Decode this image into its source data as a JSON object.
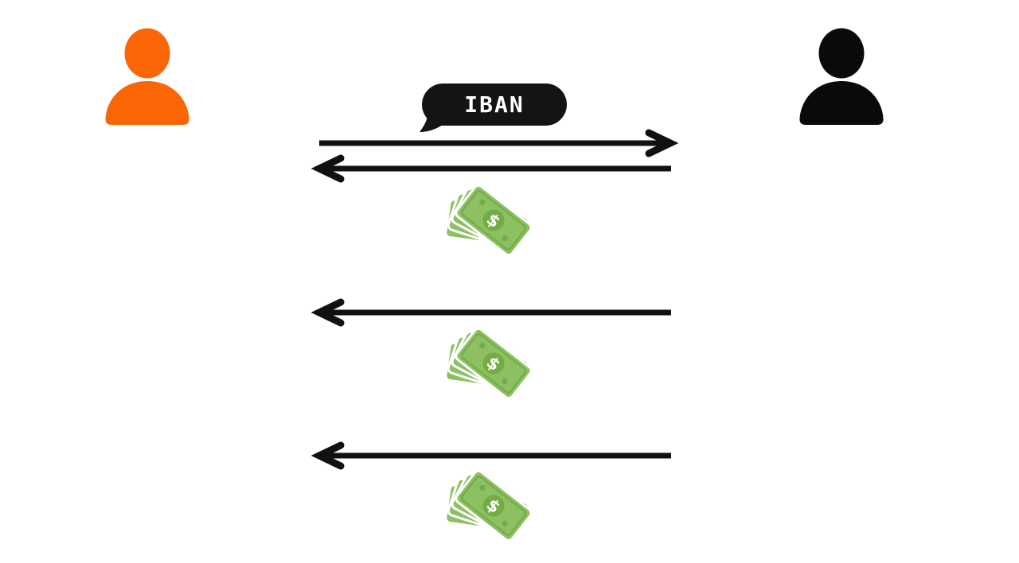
{
  "diagram": {
    "type": "sequence",
    "bubble": {
      "text": "IBAN"
    },
    "actors": [
      {
        "id": "sender",
        "icon": "person-icon",
        "side": "left",
        "color": "#FA6505"
      },
      {
        "id": "receiver",
        "icon": "person-icon",
        "side": "right",
        "color": "#0A0A0A"
      }
    ],
    "messages": [
      {
        "from": "sender",
        "to": "receiver",
        "arrow": "right",
        "label": "IBAN",
        "attachment": ""
      },
      {
        "from": "receiver",
        "to": "sender",
        "arrow": "left",
        "label": "",
        "attachment": "money-banknotes"
      },
      {
        "from": "receiver",
        "to": "sender",
        "arrow": "left",
        "label": "",
        "attachment": "money-banknotes"
      },
      {
        "from": "receiver",
        "to": "sender",
        "arrow": "left",
        "label": "",
        "attachment": "money-banknotes"
      }
    ],
    "money": {
      "icon": "money-banknotes-icon",
      "symbol": "$",
      "count": 3
    }
  },
  "colors": {
    "background": "#ffffff",
    "sender": "#FA6505",
    "receiver": "#0A0A0A",
    "arrow": "#111111",
    "bubble_bg": "#141414",
    "bubble_text": "#ffffff",
    "bill": "#8CC063",
    "bill_dark": "#74AC44",
    "bill_symbol": "#ffffff",
    "bill_gap": "#ffffff"
  }
}
